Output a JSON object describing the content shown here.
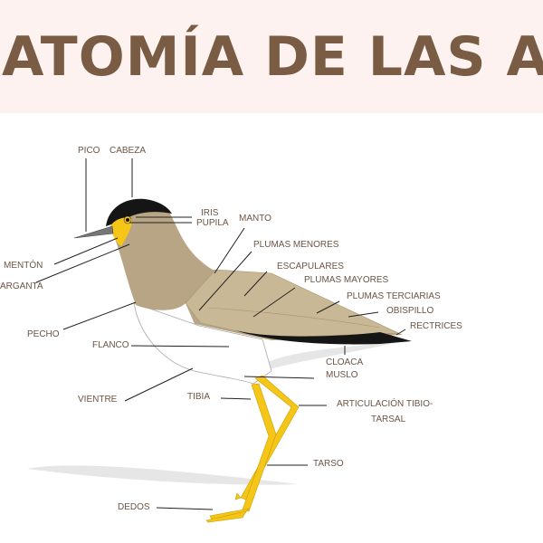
{
  "header": {
    "title": "ATOMÍA DE LAS AV"
  },
  "colors": {
    "header_bg": "#fdf2ef",
    "title": "#7a5c45",
    "label": "#6b5444",
    "body": "#b8a585",
    "legs": "#f5c518",
    "cap": "#111111"
  },
  "labels": {
    "pico": "PICO",
    "cabeza": "CABEZA",
    "iris": "IRIS",
    "pupila": "PUPILA",
    "manto": "MANTO",
    "plumas_menores": "PLUMAS MENORES",
    "escapulares": "ESCAPULARES",
    "plumas_mayores": "PLUMAS MAYORES",
    "plumas_terciarias": "PLUMAS TERCIARIAS",
    "obispillo": "OBISPILLO",
    "rectrices": "RECTRICES",
    "menton": "MENTÓN",
    "garganta": "ARGANTA",
    "pecho": "PECHO",
    "flanco": "FLANCO",
    "cloaca": "CLOACA",
    "muslo": "MUSLO",
    "vientre": "VIENTRE",
    "tibia": "TIBIA",
    "articulacion_1": "ARTICULACIÓN TIBIO-",
    "articulacion_2": "TARSAL",
    "tarso": "TARSO",
    "dedos": "DEDOS"
  }
}
